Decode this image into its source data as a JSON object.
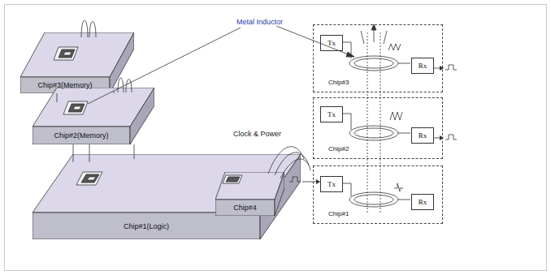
{
  "diagram": {
    "nodes": [
      {
        "text": [
          "Chip#3(Memory)"
        ]
      },
      {
        "text": [
          "Chip#2(Memory)"
        ]
      },
      {
        "text": [
          "Chip#1(Logic)"
        ]
      },
      {
        "text": [
          "Chip#4"
        ],
        "in": 2
      },
      {
        "text": [
          "Chip#3"
        ]
      },
      {
        "text": [
          "Tx"
        ],
        "in": 4
      },
      {
        "text": [
          "Rx"
        ],
        "in": 4
      },
      {
        "text": [
          "Chip#2"
        ]
      },
      {
        "text": [
          "Tx"
        ],
        "in": 7
      },
      {
        "text": [
          "Rx"
        ],
        "in": 7
      },
      {
        "text": [
          "Chip#1"
        ]
      },
      {
        "text": [
          "Tx"
        ],
        "in": 10
      },
      {
        "text": [
          "Rx"
        ],
        "in": 10
      }
    ],
    "labels": [
      "Metal Inductor",
      "Clock & Power"
    ]
  }
}
